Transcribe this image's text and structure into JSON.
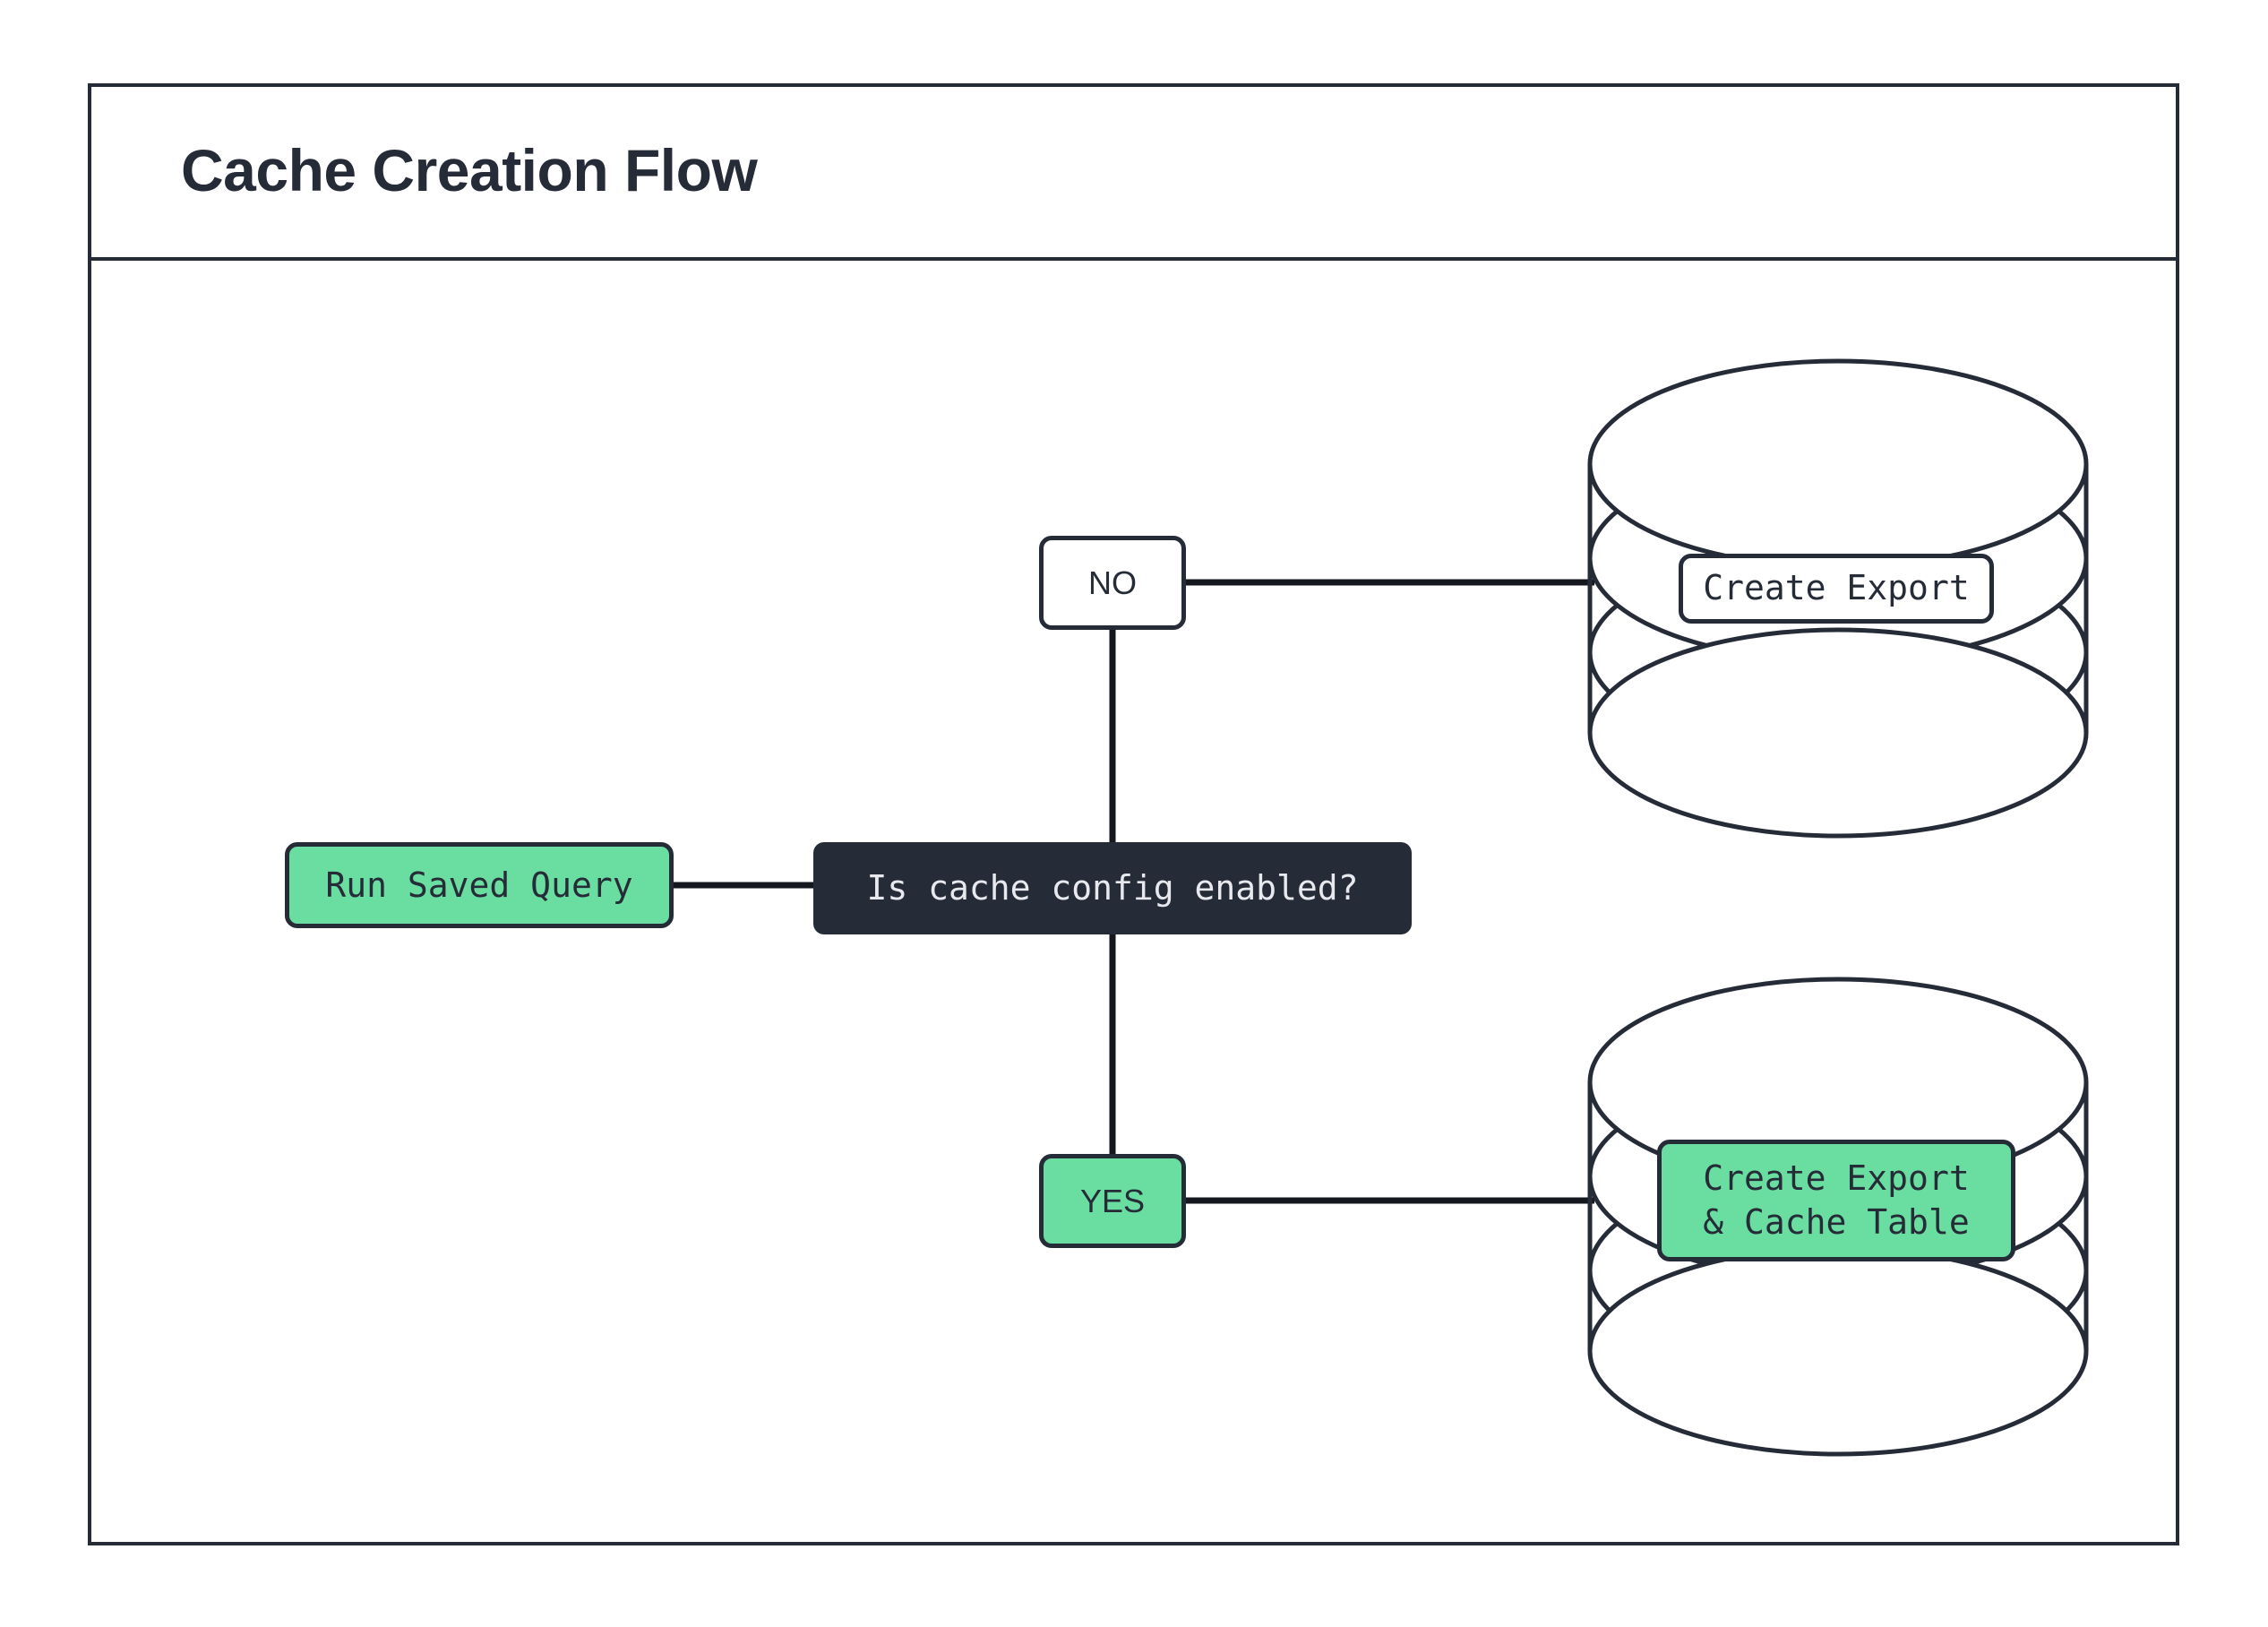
{
  "diagram": {
    "title": "Cache Creation Flow",
    "type": "flowchart",
    "colors": {
      "accent_green": "#6adda0",
      "dark_navy": "#262b38",
      "background": "#ffffff",
      "dark_node_text": "#e8e9ee"
    },
    "nodes": [
      {
        "id": "run-saved-query",
        "label": "Run Saved Query",
        "shape": "rounded-rect",
        "style": "green"
      },
      {
        "id": "decision",
        "label": "Is cache config enabled?",
        "shape": "rounded-rect",
        "style": "dark"
      },
      {
        "id": "db-top",
        "label": "Create Export",
        "shape": "database-cylinder",
        "style": "white"
      },
      {
        "id": "db-bottom",
        "label": "Create Export\n& Cache Table",
        "shape": "database-cylinder",
        "style": "green"
      }
    ],
    "edges": [
      {
        "id": "e1",
        "from": "run-saved-query",
        "to": "decision",
        "label": ""
      },
      {
        "id": "e2",
        "from": "decision",
        "to": "db-top",
        "label": "NO"
      },
      {
        "id": "e3",
        "from": "decision",
        "to": "db-bottom",
        "label": "YES"
      }
    ],
    "edge_labels": {
      "no": "NO",
      "yes": "YES"
    }
  }
}
